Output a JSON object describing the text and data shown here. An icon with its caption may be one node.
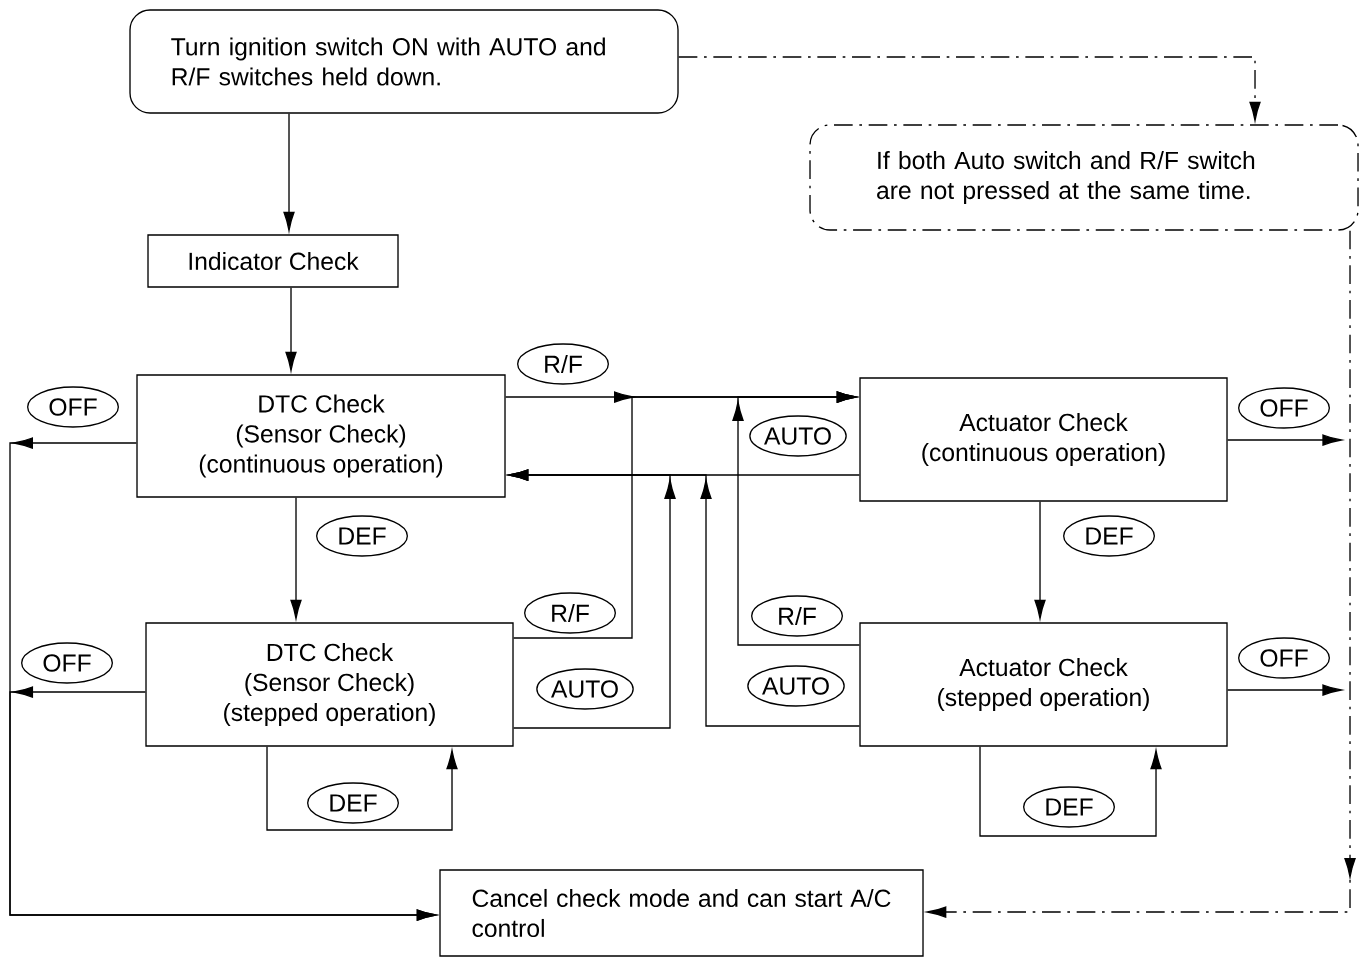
{
  "diagram": {
    "nodes": [
      {
        "text": [
          "Turn ignition switch ON with AUTO and R/F switches held down."
        ]
      },
      {
        "text": [
          "If both Auto switch and R/F switch are not pressed at the same time."
        ]
      },
      {
        "text": [
          "Indicator Check"
        ]
      },
      {
        "text": [
          "DTC Check",
          "(Sensor Check)",
          "(continuous operation)"
        ]
      },
      {
        "text": [
          "Actuator Check",
          "(continuous operation)"
        ]
      },
      {
        "text": [
          "DTC Check",
          "(Sensor Check)",
          "(stepped operation)"
        ]
      },
      {
        "text": [
          "Actuator Check",
          "(stepped operation)"
        ]
      },
      {
        "text": [
          "Cancel check mode and can start A/C control"
        ]
      }
    ],
    "edges": [
      {
        "from": 0,
        "to": 2,
        "arrow": "to"
      },
      {
        "from": 2,
        "to": 3,
        "arrow": "to"
      },
      {
        "from": 0,
        "to": 1,
        "arrow": "to",
        "style": "dashed"
      },
      {
        "from": 1,
        "to": 7,
        "arrow": "to",
        "style": "dashed"
      },
      {
        "from": 3,
        "to": 4,
        "arrow": "to",
        "label": "R/F"
      },
      {
        "from": 4,
        "to": 3,
        "arrow": "to",
        "label": "AUTO"
      },
      {
        "from": 3,
        "to": 5,
        "arrow": "to",
        "label": "DEF"
      },
      {
        "from": 4,
        "to": 6,
        "arrow": "to",
        "label": "DEF"
      },
      {
        "from": 5,
        "to": 4,
        "arrow": "to",
        "label": "R/F"
      },
      {
        "from": 5,
        "to": 3,
        "arrow": "to",
        "label": "AUTO"
      },
      {
        "from": 6,
        "to": 4,
        "arrow": "to",
        "label": "R/F"
      },
      {
        "from": 6,
        "to": 3,
        "arrow": "to",
        "label": "AUTO"
      },
      {
        "from": 5,
        "to": 5,
        "arrow": "to",
        "label": "DEF"
      },
      {
        "from": 6,
        "to": 6,
        "arrow": "to",
        "label": "DEF"
      },
      {
        "from": 3,
        "to": 7,
        "arrow": "to",
        "label": "OFF"
      },
      {
        "from": 5,
        "to": 7,
        "arrow": "to",
        "label": "OFF"
      },
      {
        "from": 4,
        "to": null,
        "arrow": "to",
        "label": "OFF"
      },
      {
        "from": 6,
        "to": null,
        "arrow": "to",
        "label": "OFF"
      }
    ]
  }
}
